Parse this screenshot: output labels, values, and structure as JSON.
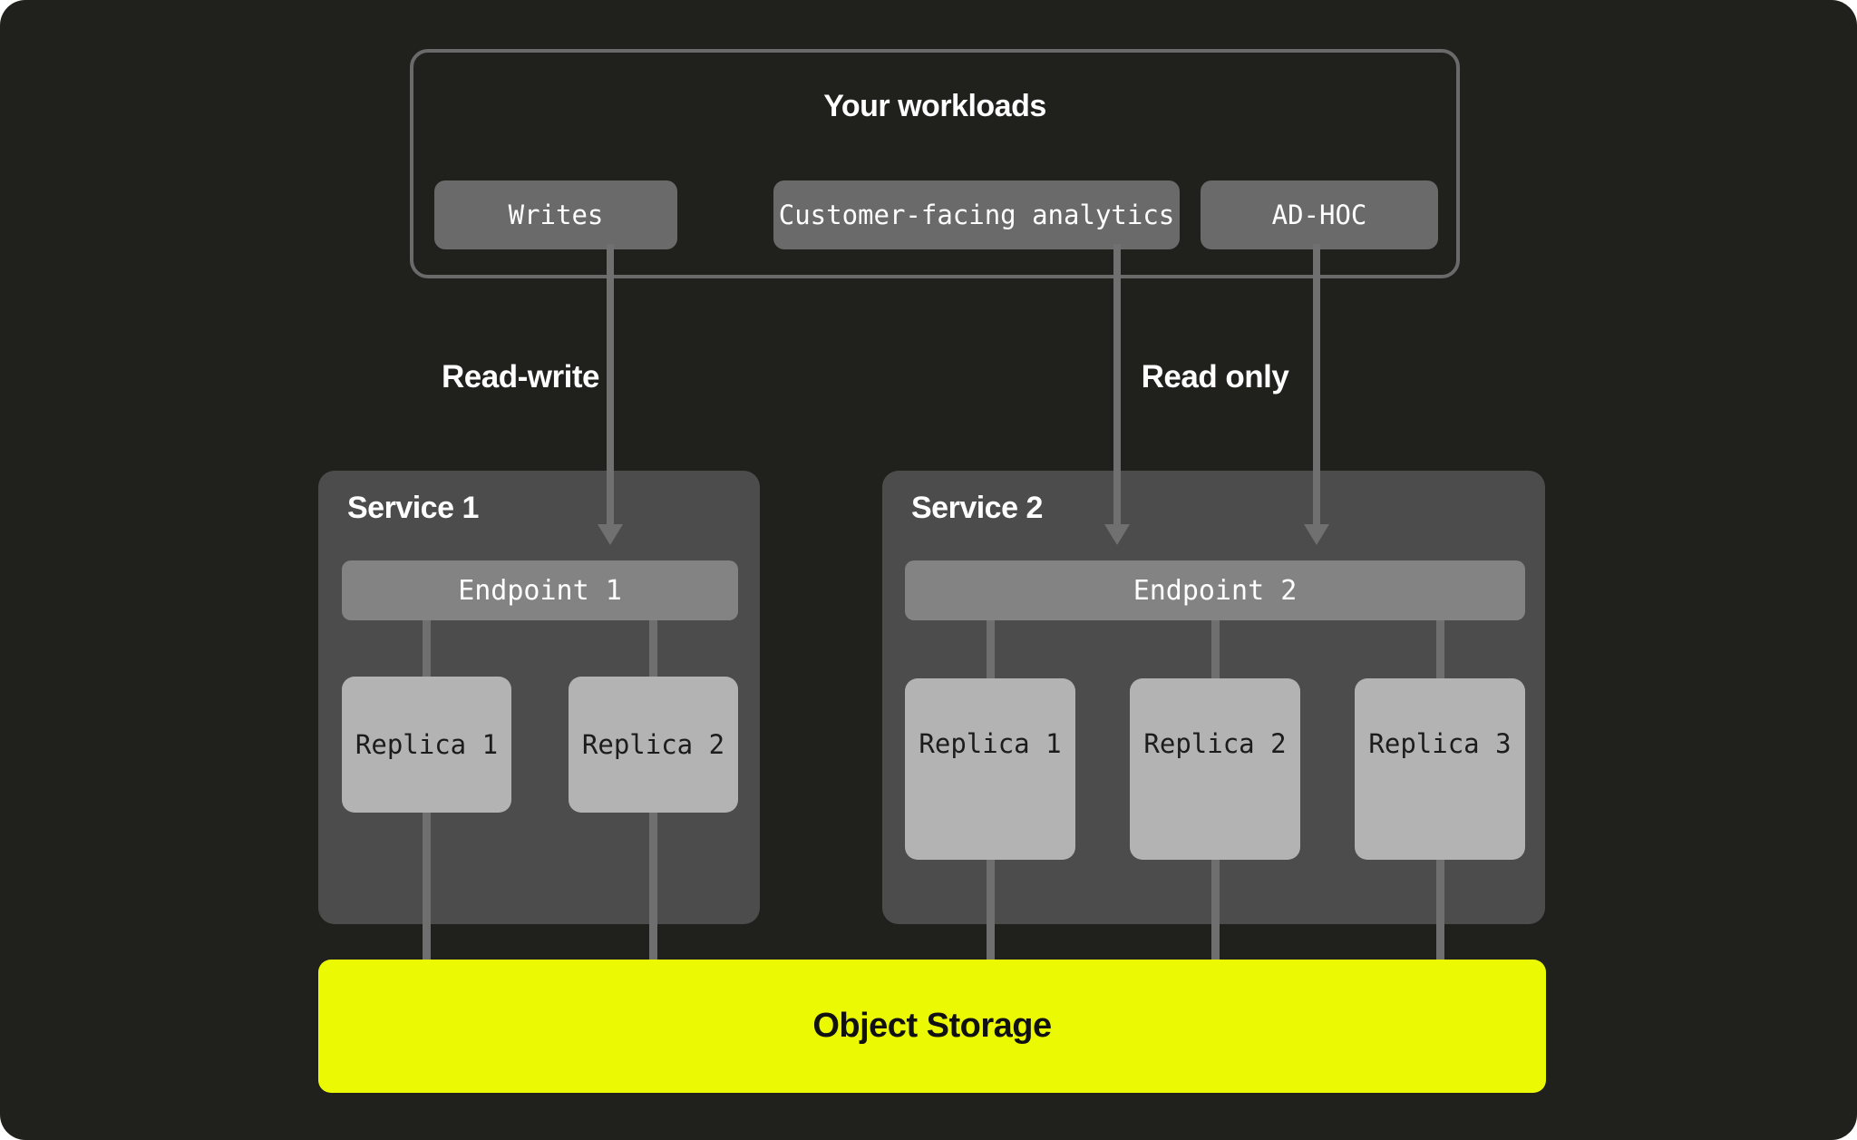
{
  "workloads": {
    "title": "Your workloads",
    "buttons": [
      {
        "label": "Writes"
      },
      {
        "label": "Customer-facing analytics"
      },
      {
        "label": "AD-HOC"
      }
    ]
  },
  "flows": {
    "read_write_label": "Read-write",
    "read_only_label": "Read only"
  },
  "services": [
    {
      "title": "Service 1",
      "endpoint": "Endpoint 1",
      "replicas": [
        "Replica 1",
        "Replica 2"
      ]
    },
    {
      "title": "Service 2",
      "endpoint": "Endpoint 2",
      "replicas": [
        "Replica 1",
        "Replica 2",
        "Replica 3"
      ]
    }
  ],
  "storage": {
    "title": "Object Storage"
  },
  "colors": {
    "canvas_background": "#20211C",
    "page_background": "#FFFFFF",
    "workloads_border": "#6A6A6A",
    "workload_button": "#6A6A6A",
    "service_panel": "#4C4C4C",
    "endpoint_bar": "#838383",
    "replica_box": "#B3B3B3",
    "connector": "#707070",
    "storage_bar": "#EBF903",
    "text_light": "#FFFFFF",
    "text_dark": "#1C1C1C"
  }
}
